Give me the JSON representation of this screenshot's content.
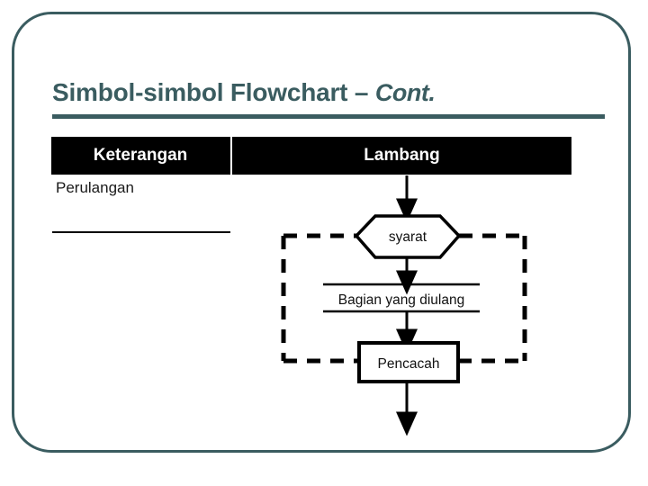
{
  "slide": {
    "frame_color": "#3a5c60",
    "background": "#ffffff"
  },
  "title": {
    "main": "Simbol-simbol Flowchart – ",
    "cont": "Cont.",
    "color": "#3a5c60"
  },
  "table": {
    "header_background": "#000000",
    "header_text_color": "#ffffff",
    "columns": [
      {
        "key": "keterangan",
        "label": "Keterangan"
      },
      {
        "key": "lambang",
        "label": "Lambang"
      }
    ],
    "rows": [
      {
        "keterangan": "Perulangan",
        "lambang": "loop-flowchart-diagram"
      }
    ]
  },
  "diagram": {
    "type": "flowchart",
    "name": "perulangan-loop",
    "nodes": [
      {
        "id": "syarat",
        "shape": "hexagon",
        "label": "syarat"
      },
      {
        "id": "bagian",
        "shape": "open-band",
        "label": "Bagian yang diulang"
      },
      {
        "id": "pencacah",
        "shape": "rectangle",
        "label": "Pencacah"
      }
    ],
    "edges": [
      {
        "from": "entry",
        "to": "syarat",
        "style": "solid-arrow"
      },
      {
        "from": "syarat",
        "to": "bagian",
        "style": "solid-arrow"
      },
      {
        "from": "bagian",
        "to": "pencacah",
        "style": "solid-arrow"
      },
      {
        "from": "pencacah",
        "to": "exit",
        "style": "solid-arrow"
      },
      {
        "from": "syarat-left",
        "to": "pencacah-left",
        "style": "dashed-loop"
      },
      {
        "from": "syarat-right",
        "to": "pencacah-right",
        "style": "dashed-loop"
      }
    ],
    "stroke_color": "#000000"
  }
}
